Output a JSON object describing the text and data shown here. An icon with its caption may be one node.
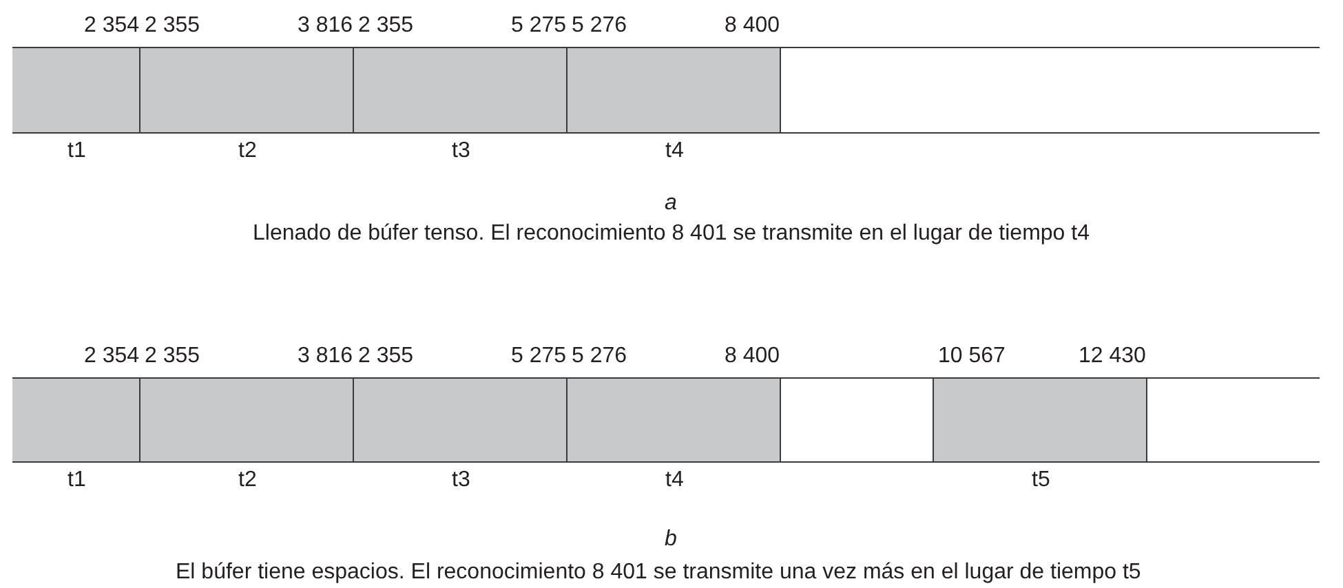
{
  "diagram": {
    "nodes": [
      {
        "text": [],
        "shape": "bar"
      },
      {
        "text": [],
        "shape": "box",
        "in": 0,
        "beside": [
          "2 354",
          "t1"
        ]
      },
      {
        "text": [],
        "shape": "box",
        "in": 0,
        "beside": [
          "2 355",
          "3 816",
          "t2"
        ]
      },
      {
        "text": [],
        "shape": "box",
        "in": 0,
        "beside": [
          "2 355",
          "5 275",
          "t3"
        ]
      },
      {
        "text": [],
        "shape": "box",
        "in": 0,
        "beside": [
          "5 276",
          "8 400",
          "t4"
        ]
      },
      {
        "text": [],
        "shape": "box",
        "in": 0
      },
      {
        "text": [],
        "shape": "bar"
      },
      {
        "text": [],
        "shape": "box",
        "in": 6,
        "beside": [
          "2 354",
          "t1"
        ]
      },
      {
        "text": [],
        "shape": "box",
        "in": 6,
        "beside": [
          "2 355",
          "3 816",
          "t2"
        ]
      },
      {
        "text": [],
        "shape": "box",
        "in": 6,
        "beside": [
          "2 355",
          "5 275",
          "t3"
        ]
      },
      {
        "text": [],
        "shape": "box",
        "in": 6,
        "beside": [
          "5 276",
          "8 400",
          "t4"
        ]
      },
      {
        "text": [],
        "shape": "box",
        "in": 6
      },
      {
        "text": [],
        "shape": "box",
        "in": 6,
        "beside": [
          "10 567",
          "12 430",
          "t5"
        ]
      },
      {
        "text": [],
        "shape": "box",
        "in": 6
      }
    ],
    "labels": [
      "a",
      "Llenado de búfer tenso. El reconocimiento 8 401 se transmite en el lugar de tiempo t4",
      "b",
      "El búfer tiene espacios. El reconocimiento 8 401 se transmite una vez más en el lugar de tiempo t5"
    ]
  }
}
